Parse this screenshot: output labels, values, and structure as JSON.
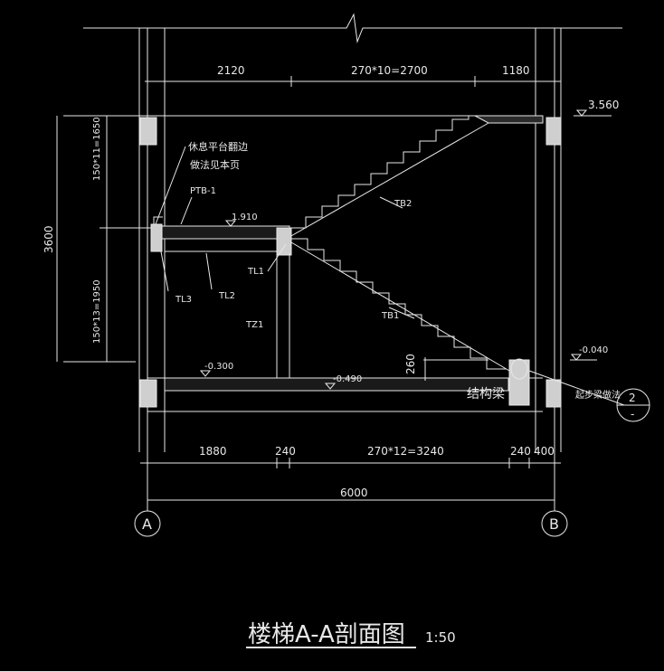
{
  "drawing": {
    "title": "楼梯A-A剖面图",
    "scale": "1:50",
    "colors": {
      "background": "#000000",
      "lines": "#e8e8e8",
      "beam": "#cfcfcf"
    }
  },
  "dimensions": {
    "top": [
      "2120",
      "270*10=2700",
      "1180"
    ],
    "bottom": [
      "1880",
      "240",
      "270*12=3240",
      "240",
      "400"
    ],
    "overall": "6000",
    "left_upper": "150*11=1650",
    "left_lower": "150*13=1950",
    "left_total": "3600",
    "riser": "260"
  },
  "elevations": {
    "top_floor": "3.560",
    "landing": "1.910",
    "ground_left": "-0.300",
    "ground_mid": "-0.490",
    "start": "-0.040"
  },
  "labels": {
    "landing_note_1": "休息平台翻边",
    "landing_note_2": "做法见本页",
    "ptb": "PTB-1",
    "tb2": "TB2",
    "tb1": "TB1",
    "tl1": "TL1",
    "tl2": "TL2",
    "tl3": "TL3",
    "tz1": "TZ1",
    "struct_beam": "结构梁",
    "start_beam": "起步梁做法",
    "detail_num": "2",
    "detail_sheet": "-"
  },
  "axes": {
    "left": "A",
    "right": "B"
  }
}
